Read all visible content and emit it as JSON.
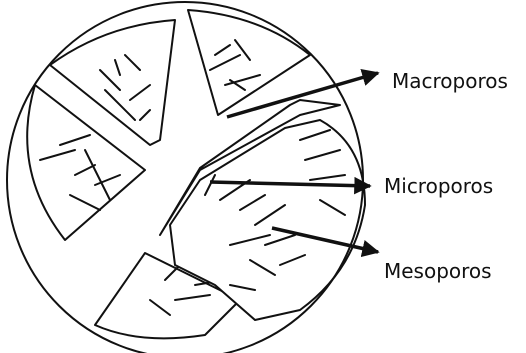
{
  "labels": {
    "macro": "Macroporos",
    "micro": "Microporos",
    "meso": "Mesoporos"
  }
}
